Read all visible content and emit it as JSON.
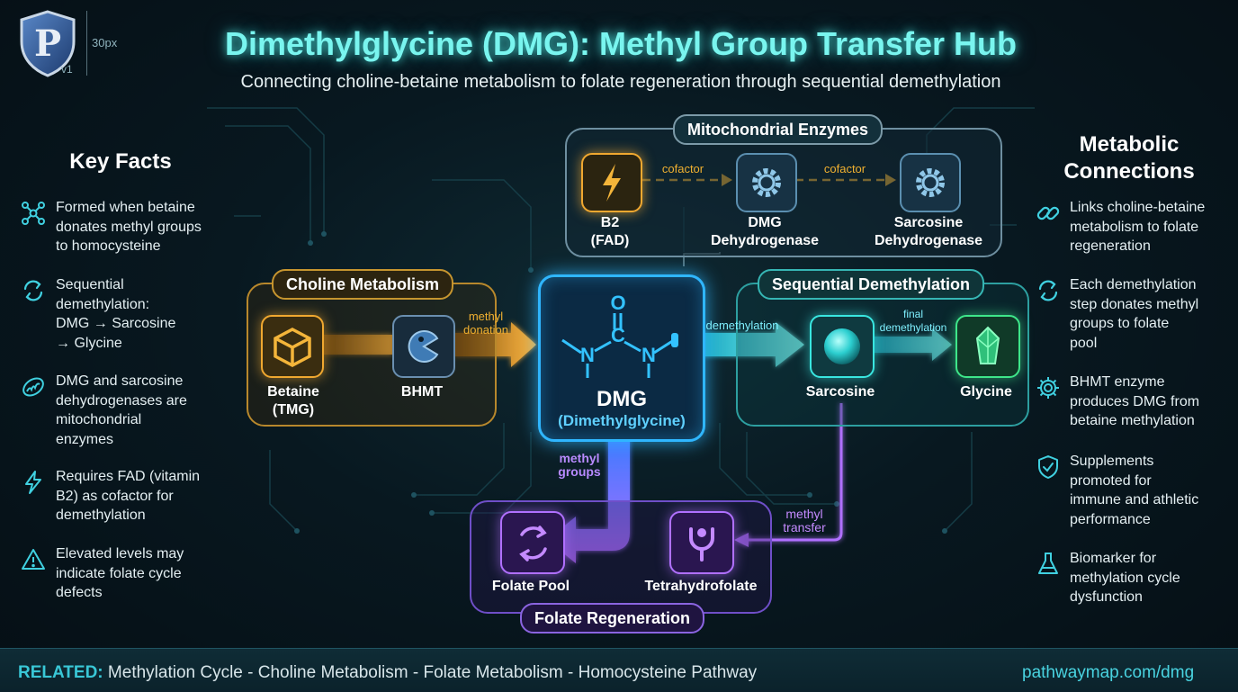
{
  "header": {
    "title": "Dimethylglycine (DMG): Methyl Group Transfer Hub",
    "subtitle": "Connecting choline-betaine metabolism to folate regeneration through sequential demethylation",
    "logo_letter": "P",
    "logo_version": "v1",
    "logo_size": "30px"
  },
  "key_facts": {
    "heading": "Key Facts",
    "items": [
      {
        "icon": "network-icon",
        "text": "Formed when betaine donates methyl groups to homocysteine",
        "lines": [
          "Formed when betaine",
          "donates methyl groups",
          "to homocysteine"
        ]
      },
      {
        "icon": "cycle-icon",
        "text": "",
        "lines": [
          "Sequential",
          "demethylation:",
          "DMG → Sarcosine",
          "→ Glycine"
        ]
      },
      {
        "icon": "mitochondria-icon",
        "lines": [
          "DMG and sarcosine",
          "dehydrogenases are",
          "mitochondrial",
          "enzymes"
        ]
      },
      {
        "icon": "lightning-icon",
        "lines": [
          "Requires FAD (vitamin",
          "B2) as cofactor for",
          "demethylation"
        ]
      },
      {
        "icon": "warning-icon",
        "lines": [
          "Elevated levels may",
          "indicate folate cycle",
          "defects"
        ]
      }
    ]
  },
  "metabolic_connections": {
    "heading_lines": [
      "Metabolic",
      "Connections"
    ],
    "items": [
      {
        "icon": "link-icon",
        "lines": [
          "Links choline-betaine",
          "metabolism to folate",
          "regeneration"
        ]
      },
      {
        "icon": "cycle-icon",
        "lines": [
          "Each demethylation",
          "step donates methyl",
          "groups to folate",
          "pool"
        ]
      },
      {
        "icon": "gear-icon",
        "lines": [
          "BHMT enzyme",
          "produces DMG from",
          "betaine methylation"
        ]
      },
      {
        "icon": "shield-check-icon",
        "lines": [
          "Supplements",
          "promoted for",
          "immune and athletic",
          "performance"
        ]
      },
      {
        "icon": "flask-icon",
        "lines": [
          "Biomarker for",
          "methylation cycle",
          "dysfunction"
        ]
      }
    ]
  },
  "diagram": {
    "mito": {
      "label": "Mitochondrial Enzymes",
      "b2": [
        "B2",
        "(FAD)"
      ],
      "dmg_dh": [
        "DMG",
        "Dehydrogenase"
      ],
      "sarc_dh": [
        "Sarcosine",
        "Dehydrogenase"
      ],
      "cofactor_1": "cofactor",
      "cofactor_2": "cofactor"
    },
    "choline": {
      "label": "Choline Metabolism",
      "betaine": [
        "Betaine",
        "(TMG)"
      ],
      "bhmt": "BHMT",
      "arrow_label": [
        "methyl",
        "donation"
      ]
    },
    "center": {
      "name": "DMG",
      "full": "(Dimethylglycine)",
      "atom_o": "O",
      "atom_c": "C",
      "atom_n1": "N",
      "atom_n2": "N"
    },
    "sequential": {
      "label": "Sequential Demethylation",
      "arrow_label": "demethylation",
      "sarcosine": "Sarcosine",
      "final_label": [
        "final",
        "demethylation"
      ],
      "glycine": "Glycine"
    },
    "folate": {
      "label": "Folate Regeneration",
      "pool": "Folate Pool",
      "thf": "Tetrahydrofolate",
      "methyl_groups": [
        "methyl",
        "groups"
      ],
      "methyl_transfer": [
        "methyl",
        "transfer"
      ]
    }
  },
  "footer": {
    "related_label": "RELATED:",
    "related_text": " Methylation Cycle - Choline Metabolism - Folate Metabolism - Homocysteine Pathway",
    "url": "pathwaymap.com/dmg"
  },
  "colors": {
    "cyan": "#39e6e0",
    "orange": "#f0a830",
    "blue": "#2fb6ff",
    "purple": "#b070ff",
    "green": "#3ee68a"
  }
}
